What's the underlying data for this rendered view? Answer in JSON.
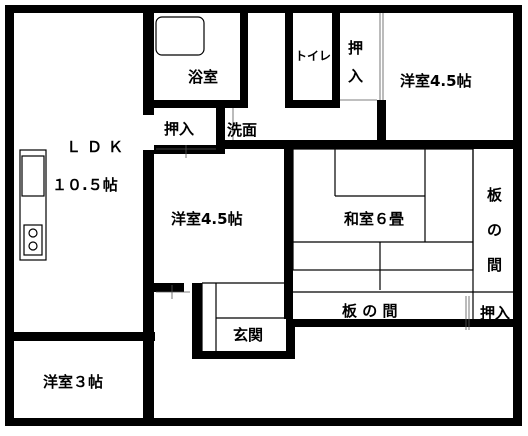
{
  "rooms": {
    "ldk_line1": "ＬＤＫ",
    "ldk_line2": "１０.５帖",
    "bath": "浴室",
    "toilet": "トイレ",
    "oshiire_top": "押入",
    "youshitsu_ne": "洋室4.5帖",
    "oshiire_mid": "押入",
    "senmen": "洗面",
    "youshitsu_center": "洋室4.5帖",
    "washitsu": "和室６畳",
    "itanoma_vertical": "板の間",
    "itanoma_horizontal": "板 の 間",
    "oshiire_right": "押入",
    "genkan": "玄関",
    "youshitsu_sw": "洋室３帖"
  }
}
